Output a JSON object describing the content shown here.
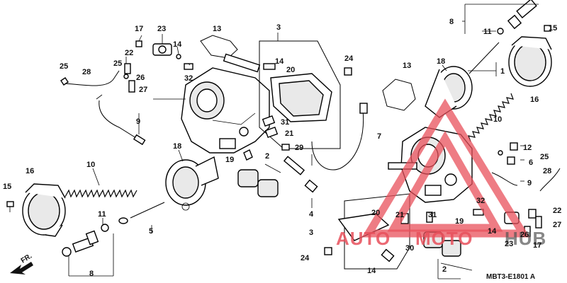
{
  "diagram": {
    "code": "MBT3-E1801 A",
    "direction_label": "FR.",
    "watermark": {
      "part1": "AUTO",
      "part2": "MOTO",
      "part3": "HUB",
      "color": "#e8505b"
    },
    "callouts": [
      "1",
      "2",
      "2",
      "3",
      "3",
      "4",
      "5",
      "6",
      "7",
      "8",
      "8",
      "9",
      "9",
      "10",
      "10",
      "11",
      "11",
      "12",
      "13",
      "13",
      "14",
      "14",
      "14",
      "14",
      "15",
      "15",
      "16",
      "16",
      "17",
      "17",
      "18",
      "18",
      "19",
      "19",
      "20",
      "20",
      "21",
      "21",
      "22",
      "22",
      "23",
      "23",
      "24",
      "24",
      "25",
      "25",
      "25",
      "26",
      "26",
      "27",
      "27",
      "28",
      "28",
      "29",
      "30",
      "31",
      "31",
      "32",
      "32"
    ]
  }
}
